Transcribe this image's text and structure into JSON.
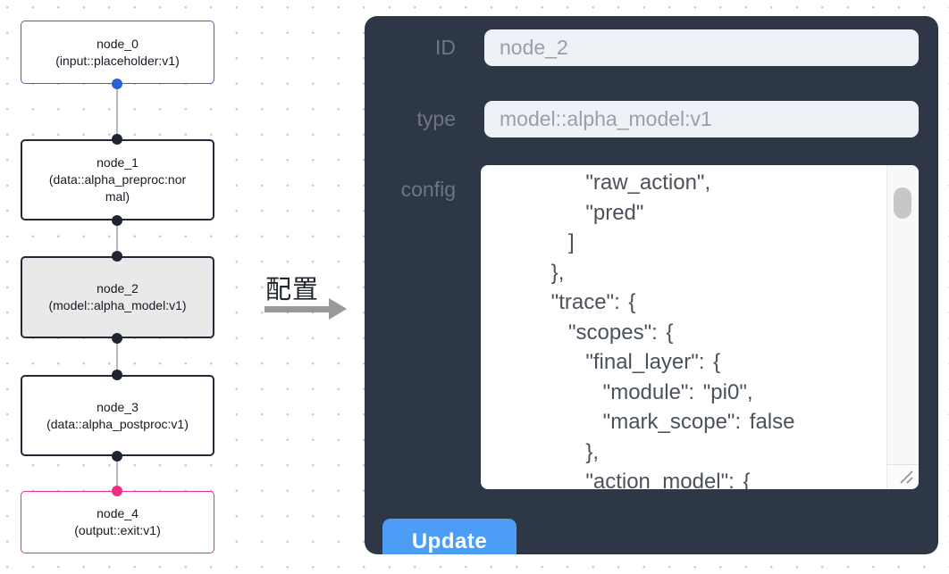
{
  "canvas": {
    "nodes": [
      {
        "id": "node_0",
        "type": "(input::placeholder:v1)"
      },
      {
        "id": "node_1",
        "type": "(data::alpha_preproc:normal)"
      },
      {
        "id": "node_2",
        "type": "(model::alpha_model:v1)"
      },
      {
        "id": "node_3",
        "type": "(data::alpha_postproc:v1)"
      },
      {
        "id": "node_4",
        "type": "(output::exit:v1)"
      }
    ]
  },
  "transition": {
    "label": "配置"
  },
  "panel": {
    "id_field": {
      "label": "ID",
      "value": "node_2"
    },
    "type_field": {
      "label": "type",
      "value": "model::alpha_model:v1"
    },
    "config_field": {
      "label": "config",
      "value": "        \"raw_action\",\n        \"pred\"\n      ]\n    },\n    \"trace\": {\n      \"scopes\": {\n        \"final_layer\": {\n          \"module\": \"pi0\",\n          \"mark_scope\": false\n        },\n        \"action_model\": {"
    },
    "update_button": "Update"
  },
  "colors": {
    "panel_bg": "#2e3746",
    "button_blue": "#4c9df6",
    "input_node_border": "#2e6ad6",
    "output_node_border": "#ee2d84",
    "selected_node_bg": "#e9e9ea",
    "port_dark": "#1e2430",
    "edge_gray": "#b4b8bf"
  }
}
